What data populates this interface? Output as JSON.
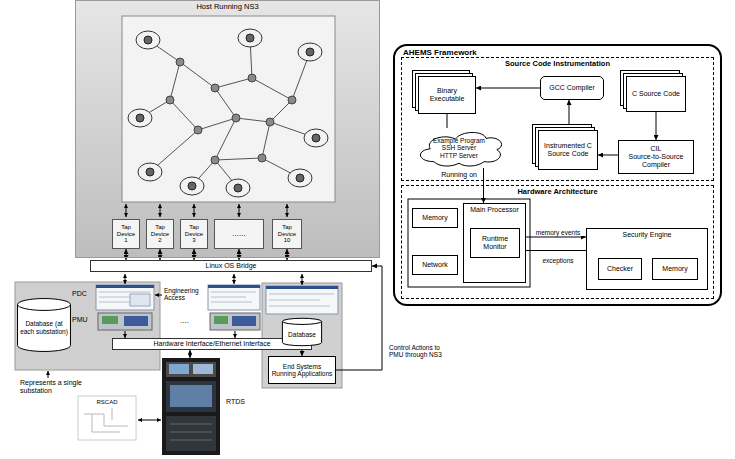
{
  "diagram": {
    "nodes": [
      {
        "text": [
          "Host Running NS3"
        ]
      },
      {
        "text": [
          "Tap Device 1"
        ],
        "in": 0
      },
      {
        "text": [
          "Tap Device 2"
        ],
        "in": 0
      },
      {
        "text": [
          "Tap Device 3"
        ],
        "in": 0
      },
      {
        "text": [
          "......"
        ],
        "in": 0
      },
      {
        "text": [
          "Tap Device 10"
        ],
        "in": 0
      },
      {
        "text": [
          "Linux OS Bridge"
        ]
      },
      {
        "text": [
          "Database (at each substation)"
        ]
      },
      {
        "text": [
          "Hardware Interface/Ethernet Interface"
        ]
      },
      {
        "text": [
          "Database"
        ]
      },
      {
        "text": [
          "End Systems Running Applications"
        ]
      },
      {
        "text": [
          "AHEMS Framework"
        ]
      },
      {
        "text": [
          "Source Code Instrumentation"
        ],
        "in": 11
      },
      {
        "text": [
          "Binary Executable"
        ],
        "in": 12
      },
      {
        "text": [
          "GCC Compiler"
        ],
        "in": 12
      },
      {
        "text": [
          "C Source Code"
        ],
        "in": 12
      },
      {
        "text": [
          "Example Program",
          "SSH Server",
          "HTTP Server"
        ],
        "in": 12
      },
      {
        "text": [
          "Instrumented C Source Code"
        ],
        "in": 12
      },
      {
        "text": [
          "CIL",
          "Source-to-Source Compiler"
        ],
        "in": 12
      },
      {
        "text": [
          "Hardware Architecture"
        ],
        "in": 11
      },
      {
        "text": [
          "Memory"
        ],
        "in": 19
      },
      {
        "text": [
          "Network"
        ],
        "in": 19
      },
      {
        "text": [
          "Main Processor"
        ],
        "in": 19
      },
      {
        "text": [
          "Runtime Monitor"
        ],
        "in": 22
      },
      {
        "text": [
          "Security Engine"
        ],
        "in": 19
      },
      {
        "text": [
          "Checker"
        ],
        "in": 24
      },
      {
        "text": [
          "Memory"
        ],
        "in": 24
      }
    ],
    "edges": [
      {
        "from": 1,
        "to": 6,
        "arrow": "both"
      },
      {
        "from": 2,
        "to": 6,
        "arrow": "both"
      },
      {
        "from": 3,
        "to": 6,
        "arrow": "both"
      },
      {
        "from": 4,
        "to": 6,
        "arrow": "both"
      },
      {
        "from": 5,
        "to": 6,
        "arrow": "both"
      },
      {
        "from": 9,
        "to": 10,
        "arrow": "to"
      },
      {
        "from": 10,
        "to": 6,
        "label": "Control Actions to PMU through NS3",
        "arrow": "to"
      },
      {
        "from": 15,
        "to": 18,
        "arrow": "to"
      },
      {
        "from": 18,
        "to": 17,
        "arrow": "to"
      },
      {
        "from": 17,
        "to": 14,
        "arrow": "to"
      },
      {
        "from": 14,
        "to": 13,
        "arrow": "to"
      },
      {
        "from": 13,
        "to": 16,
        "arrow": "none"
      },
      {
        "from": 16,
        "to": 22,
        "label": "Running on",
        "arrow": "to"
      },
      {
        "from": 23,
        "to": 24,
        "label": "memory events",
        "arrow": "to"
      },
      {
        "from": 24,
        "to": 23,
        "label": "exceptions",
        "arrow": "to"
      }
    ],
    "labels": [
      "PDC",
      "PMU",
      "Engineering Access",
      "....",
      "Represents a single substation",
      "RSCAD",
      "RTDS"
    ]
  }
}
